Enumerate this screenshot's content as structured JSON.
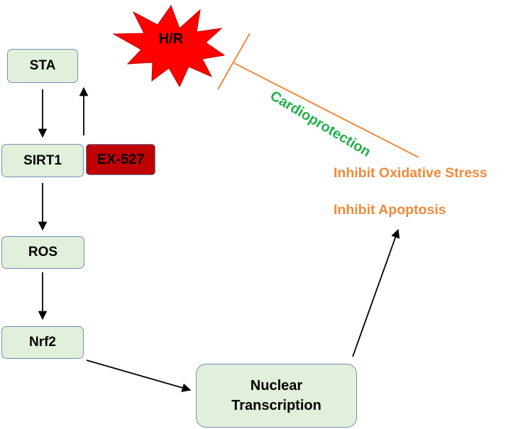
{
  "stressor": {
    "label": "H/R",
    "color": "#ff0000"
  },
  "pathway": {
    "sta": "STA",
    "sirt1": "SIRT1",
    "inhibitor": "EX-527",
    "ros": "ROS",
    "nrf2": "Nrf2",
    "nuclear_line1": "Nuclear",
    "nuclear_line2": "Transcription"
  },
  "effect_label": "Cardioprotection",
  "outcomes": {
    "oxidative": "Inhibit Oxidative Stress",
    "apoptosis": "Inhibit Apoptosis"
  },
  "colors": {
    "node_fill": "#e2efda",
    "node_border": "#6f8fb8",
    "inhibitor_fill": "#c00000",
    "outcome_text": "#f08a3c",
    "effect_text": "#22b04a",
    "inhibition_line": "#f08a3c"
  }
}
